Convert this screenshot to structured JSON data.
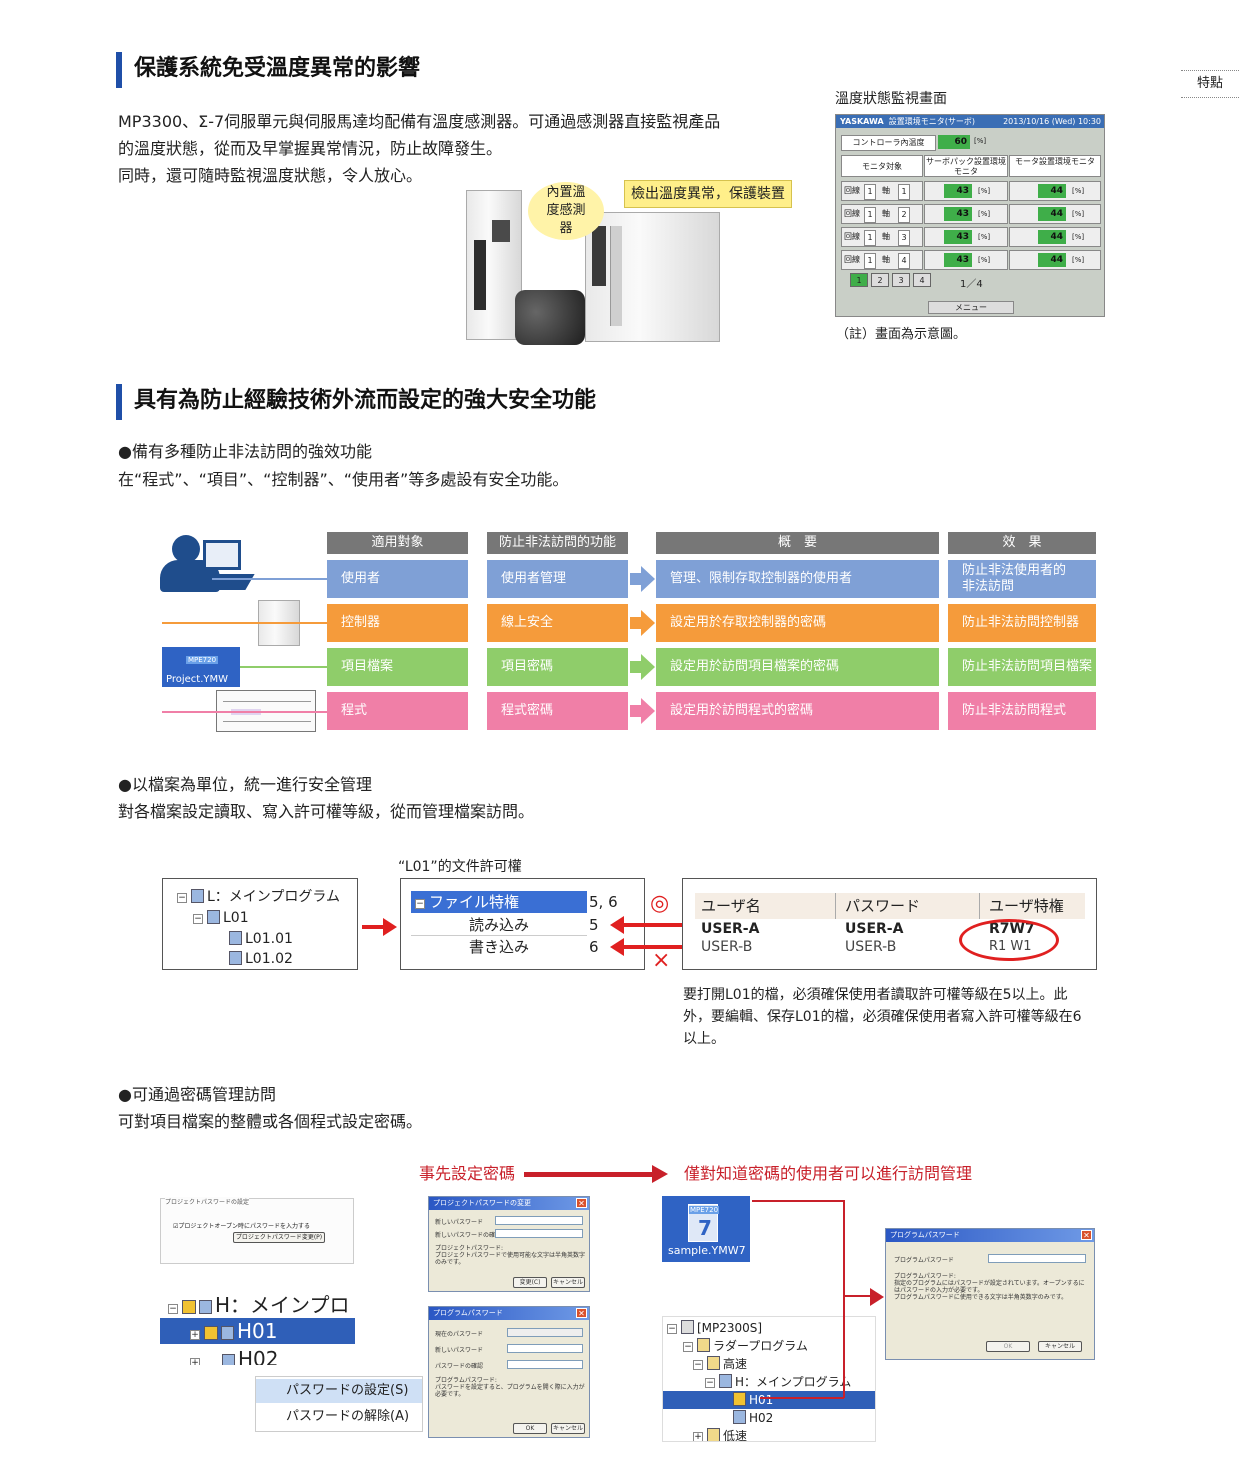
{
  "side_tag": "特點",
  "section1": {
    "heading": "保護系統免受溫度異常的影響",
    "p1": "MP3300、Σ-7伺服單元與伺服馬達均配備有溫度感測器。可通過感測器直接監視產品",
    "p2": "的溫度狀態，從而及早掌握異常情況，防止故障發生。",
    "p3": "同時，還可隨時監視溫度狀態，令人放心。",
    "bubble": "內置溫度感測器",
    "callout": "檢出溫度異常，保護裝置",
    "monitor_caption": "溫度狀態監視畫面",
    "monitor_note": "（註）畫面為示意圖。",
    "monitor": {
      "brand": "YASKAWA",
      "title": "設置環境モニタ(サーボ)",
      "date": "2013/10/16 (Wed) 10:30",
      "controller_label": "コントローラ內温度",
      "controller_value": "60",
      "unit": "[%]",
      "col_target": "モニタ対象",
      "col_servo": "サーボパック設置環境モニタ",
      "col_motor": "モータ設置環境モニタ",
      "rows": [
        {
          "line": "回線",
          "n1": "1",
          "axis": "軸",
          "n2": "1",
          "servo": "43",
          "motor": "44"
        },
        {
          "line": "回線",
          "n1": "1",
          "axis": "軸",
          "n2": "2",
          "servo": "43",
          "motor": "44"
        },
        {
          "line": "回線",
          "n1": "1",
          "axis": "軸",
          "n2": "3",
          "servo": "43",
          "motor": "44"
        },
        {
          "line": "回線",
          "n1": "1",
          "axis": "軸",
          "n2": "4",
          "servo": "43",
          "motor": "44"
        }
      ],
      "pages": [
        "1",
        "2",
        "3",
        "4"
      ],
      "page_indicator": "1／4",
      "menu_button": "メニュー"
    }
  },
  "section2": {
    "heading": "具有為防止經驗技術外流而設定的強大安全功能",
    "b1_title": "●備有多種防止非法訪問的強效功能",
    "b1_text": "在“程式”、“項目”、“控制器”、“使用者”等多處設有安全功能。",
    "table_headers": [
      "適用對象",
      "防止非法訪問的功能",
      "概　要",
      "效　果"
    ],
    "table_rows": [
      {
        "target": "使用者",
        "func": "使用者管理",
        "summary": "管理、限制存取控制器的使用者",
        "effect": "防止非法使用者的非法訪問",
        "color": "#7fa0d6"
      },
      {
        "target": "控制器",
        "func": "線上安全",
        "summary": "設定用於存取控制器的密碼",
        "effect": "防止非法訪問控制器",
        "color": "#f59b3b"
      },
      {
        "target": "項目檔案",
        "func": "項目密碼",
        "summary": "設定用於訪問項目檔案的密碼",
        "effect": "防止非法訪問項目檔案",
        "color": "#8fcd6a"
      },
      {
        "target": "程式",
        "func": "程式密碼",
        "summary": "設定用於訪問程式的密碼",
        "effect": "防止非法訪問程式",
        "color": "#f07fa7"
      }
    ],
    "project_icon_label": "MPE720",
    "project_icon_text": "Project.YMW",
    "b2_title": "●以檔案為單位，統一進行安全管理",
    "b2_text": "對各檔案設定讀取、寫入許可權等級，從而管理檔案訪問。",
    "l01_caption": "“L01”的文件許可權",
    "tree1": [
      "L：メインプログラム",
      "L01",
      "L01.01",
      "L01.02"
    ],
    "perm": {
      "header": "ファイル特権",
      "header_val": "5, 6",
      "read": "読み込み",
      "read_val": "5",
      "write": "書き込み",
      "write_val": "6"
    },
    "ok_mark": "◎",
    "ng_mark": "×",
    "users": {
      "h1": "ユーザ名",
      "h2": "パスワード",
      "h3": "ユーザ特権",
      "r1": [
        "USER-A",
        "USER-A",
        "R7W7"
      ],
      "r2": [
        "USER-B",
        "USER-B",
        "R1 W1"
      ]
    },
    "l01_note1": "要打開L01的檔，必須確保使用者讀取許可權等級在5以上。此",
    "l01_note2": "外，要編輯、保存L01的檔，必須確保使用者寫入許可權等級在6",
    "l01_note3": "以上。",
    "b3_title": "●可通過密碼管理訪問",
    "b3_text": "可對項目檔案的整體或各個程式設定密碼。",
    "flow_left": "事先設定密碼",
    "flow_right": "僅對知道密碼的使用者可以進行訪問管理",
    "proj_pw_group": "プロジェクトパスワードの設定",
    "proj_pw_check": "☑プロジェクトオープン時にパスワードを入力する",
    "proj_pw_btn": "プロジェクトパスワード変更(P)",
    "tree2": [
      "H：メインプロ",
      "H01",
      "H02"
    ],
    "ctx_menu": [
      "パスワードの設定(S)",
      "パスワードの解除(A)"
    ],
    "dlg1": {
      "title": "プロジェクトパスワードの変更",
      "f1": "新しいパスワード",
      "f2": "新しいパスワードの確認",
      "note": "プロジェクトパスワード:\nプロジェクトパスワードで使用可能な文字は半角英数字のみです。",
      "ok": "変更(C)",
      "cancel": "キャンセル"
    },
    "dlg2": {
      "title": "プログラムパスワード",
      "f1": "現在のパスワード",
      "f2": "新しいパスワード",
      "f3": "パスワードの確認",
      "note": "プログラムパスワード:\nパスワードを設定すると、プログラムを開く際に入力が必要です。",
      "ok": "OK",
      "cancel": "キャンセル"
    },
    "sample_icon_label": "MPE720",
    "sample_icon_num": "7",
    "sample_icon_text": "sample.YMW7",
    "tree3": [
      "[MP2300S]",
      "ラダープログラム",
      "高速",
      "H：メインプログラム",
      "H01",
      "H02",
      "低速"
    ],
    "dlg3": {
      "title": "プログラムパスワード",
      "f1": "プログラムパスワード",
      "note": "プログラムパスワード:\n指定のプログラムにはパスワードが設定されています。オープンするにはパスワードの入力が必要です。\nプログラムパスワードに使用できる文字は半角英数字のみです。",
      "ok": "OK",
      "cancel": "キャンセル"
    }
  }
}
